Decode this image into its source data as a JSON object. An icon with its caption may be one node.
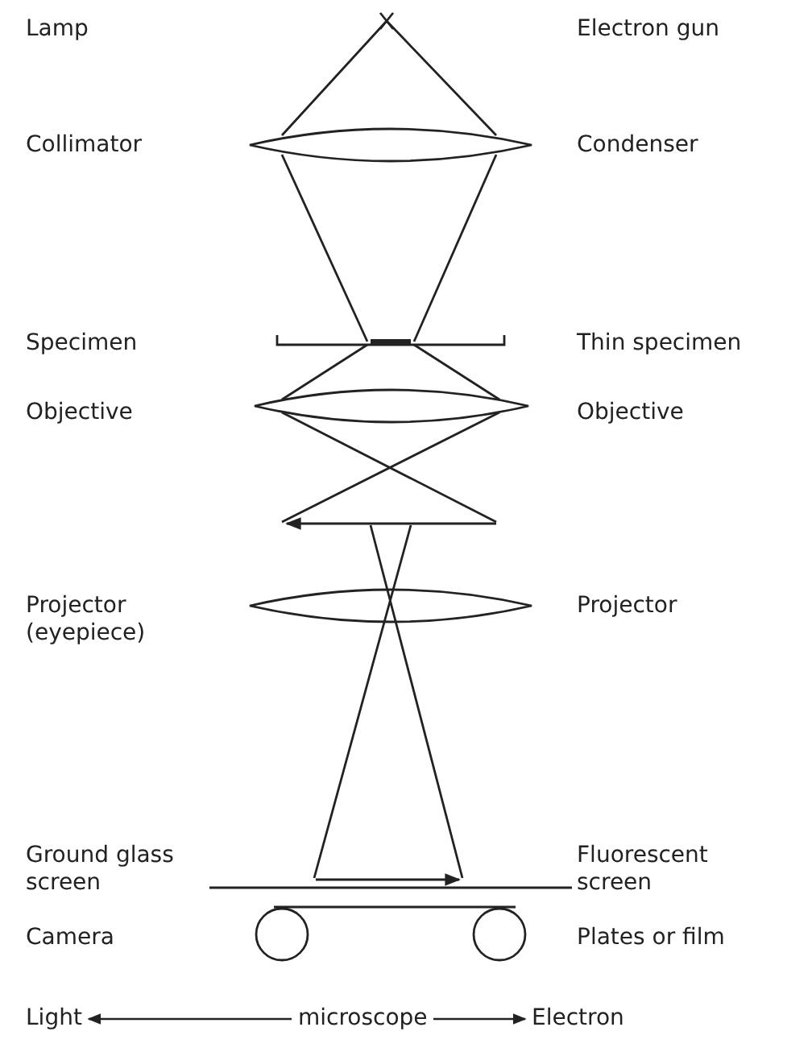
{
  "diagram": {
    "nodes": [
      {
        "text": [
          "Light"
        ]
      },
      {
        "text": [
          "microscope"
        ]
      },
      {
        "text": [
          "Electron"
        ]
      }
    ],
    "edges": [
      {
        "from": 1,
        "to": 0,
        "arrow": "to"
      },
      {
        "from": 1,
        "to": 2,
        "arrow": "to"
      }
    ],
    "labels": [
      "Lamp",
      "Electron gun",
      "Collimator",
      "Condenser",
      "Specimen",
      "Thin specimen",
      "Objective",
      "Objective",
      "Projector (eyepiece)",
      "Projector",
      "Ground glass screen",
      "Fluorescent screen",
      "Camera",
      "Plates or film"
    ]
  }
}
